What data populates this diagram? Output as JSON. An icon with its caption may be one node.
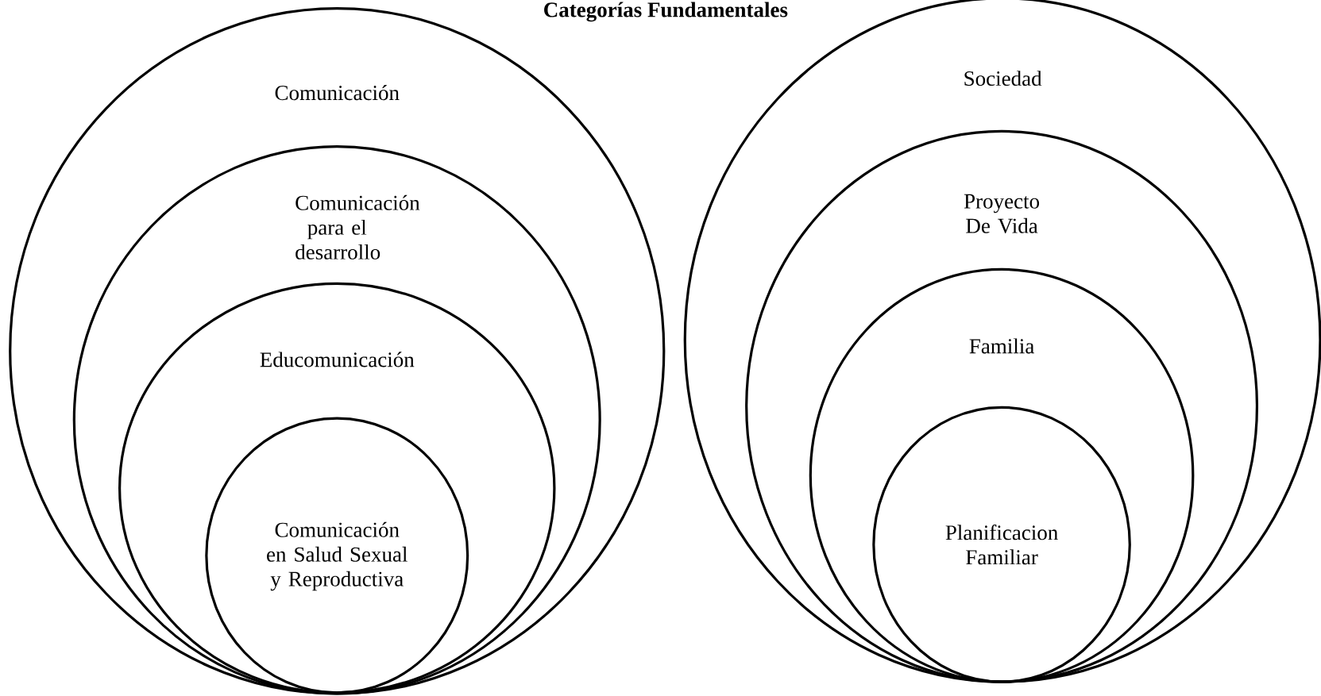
{
  "diagram": {
    "title": "Categorías Fundamentales",
    "nodes": [
      {
        "text": [
          "Comunicación"
        ]
      },
      {
        "text": [
          "Comunicación para el desarrollo"
        ],
        "in": 0
      },
      {
        "text": [
          "Educomunicación"
        ],
        "in": 1
      },
      {
        "text": [
          "Comunicación en Salud Sexual y Reproductiva"
        ],
        "in": 2
      },
      {
        "text": [
          "Sociedad"
        ]
      },
      {
        "text": [
          "Proyecto De Vida"
        ],
        "in": 4
      },
      {
        "text": [
          "Familia"
        ],
        "in": 5
      },
      {
        "text": [
          "Planificacion Familiar"
        ],
        "in": 6
      }
    ]
  }
}
